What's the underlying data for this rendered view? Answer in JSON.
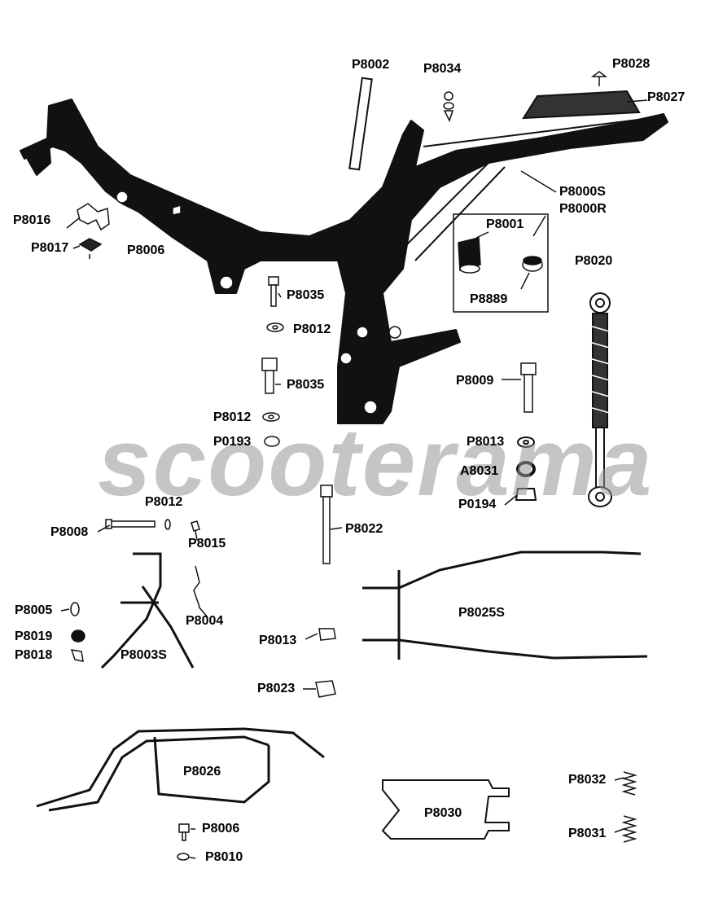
{
  "watermark": "scooterama",
  "labels": {
    "P8002": "P8002",
    "P8034": "P8034",
    "P8028": "P8028",
    "P8027": "P8027",
    "P8016": "P8016",
    "P8017": "P8017",
    "P8006a": "P8006",
    "P8000S": "P8000S",
    "P8000R": "P8000R",
    "P8001": "P8001",
    "P8889": "P8889",
    "P8020": "P8020",
    "P8035a": "P8035",
    "P8012a": "P8012",
    "P8035b": "P8035",
    "P8009": "P8009",
    "P8012b": "P8012",
    "P0193": "P0193",
    "P8013a": "P8013",
    "A8031": "A8031",
    "P0194": "P0194",
    "P8012c": "P8012",
    "P8008": "P8008",
    "P8015": "P8015",
    "P8022": "P8022",
    "P8005": "P8005",
    "P8004": "P8004",
    "P8025S": "P8025S",
    "P8019": "P8019",
    "P8018": "P8018",
    "P8003S": "P8003S",
    "P8013b": "P8013",
    "P8023": "P8023",
    "P8026": "P8026",
    "P8032": "P8032",
    "P8030": "P8030",
    "P8031": "P8031",
    "P8006b": "P8006",
    "P8010": "P8010"
  }
}
